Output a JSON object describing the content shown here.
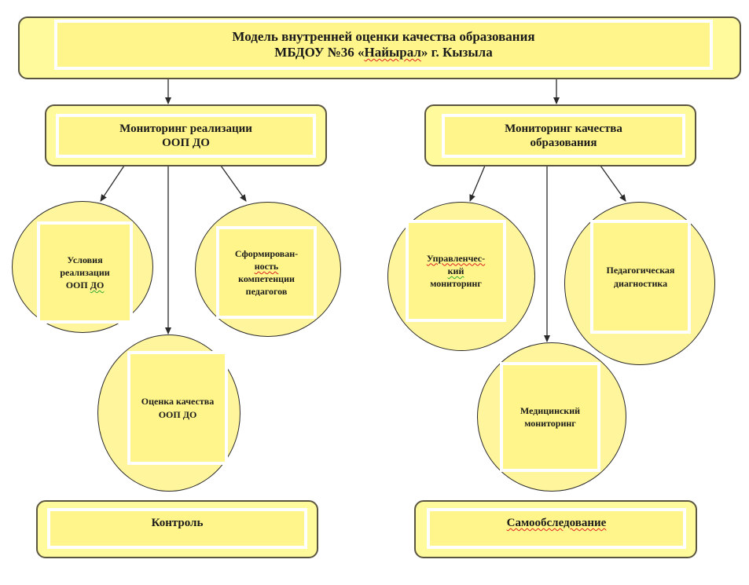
{
  "title": {
    "line1": "Модель внутренней оценки качества образования",
    "line2_prefix": "МБДОУ №36 «",
    "line2_name": "Найырал",
    "line2_suffix": "» г. Кызыла"
  },
  "branches": [
    {
      "heading_line1": "Мониторинг реализации",
      "heading_line2": "ООП ДО",
      "nodes": [
        {
          "line1": "Условия",
          "line2": "реализации",
          "line3_a": "ООП ",
          "line3_b": "ДО"
        },
        {
          "line1": "Сформирован-",
          "line2": "ность",
          "line3": "компетенции",
          "line4": "педагогов"
        },
        {
          "line1": "Оценка качества",
          "line2": "ООП ДО"
        }
      ],
      "footer": "Контроль"
    },
    {
      "heading_line1": "Мониторинг качества",
      "heading_line2": "образования",
      "nodes": [
        {
          "line1": "Управленчес-",
          "line2": "кий",
          "line3": "мониторинг"
        },
        {
          "line1": "Педагогическая",
          "line2": "диагностика"
        },
        {
          "line1": "Медицинский",
          "line2": "мониторинг"
        }
      ],
      "footer": "Самообследование"
    }
  ],
  "colors": {
    "box_fill": "#fffa9c",
    "inner_fill": "#fff58a",
    "inner_border": "#ffffff",
    "outline": "#5a5540",
    "arrow": "#2a2a2a"
  }
}
